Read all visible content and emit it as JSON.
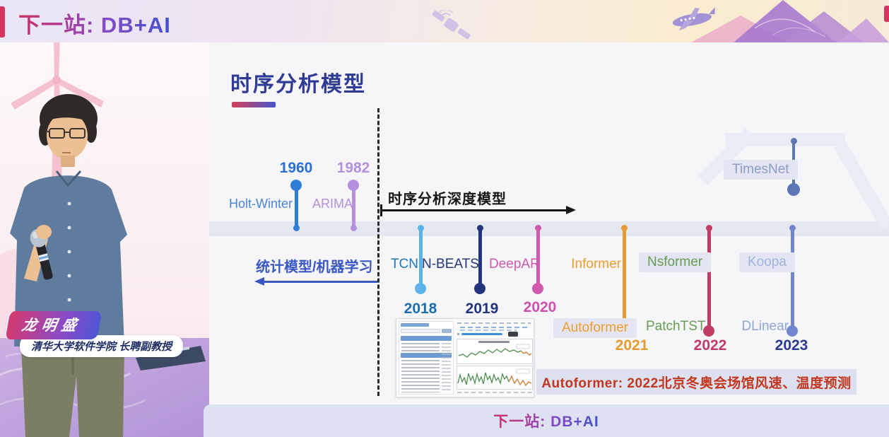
{
  "header": {
    "title": "下一站: DB+AI"
  },
  "presenter": {
    "name": "龙明盛",
    "affiliation": "清华大学软件学院 长聘副教授"
  },
  "slide": {
    "title": "时序分析模型",
    "deep_axis_label": "时序分析深度模型",
    "stat_axis_label": "统计模型/机器学习",
    "banner": "Autoformer: 2022北京冬奥会场馆风速、温度预测",
    "timeline": {
      "statistical": [
        {
          "name": "Holt-Winter",
          "year": "1960",
          "color": "#2e7ed8"
        },
        {
          "name": "ARIMA",
          "year": "1982",
          "color": "#b591dd"
        }
      ],
      "deep": [
        {
          "upper": "TCN",
          "year": "2018",
          "color": "#5cb3e8"
        },
        {
          "upper": "N-BEATS",
          "year": "2019",
          "color": "#24357f"
        },
        {
          "upper": "DeepAR",
          "year": "2020",
          "color": "#d159ae"
        },
        {
          "upper": "Informer",
          "lower": "Autoformer",
          "year": "2021",
          "color": "#e79a31"
        },
        {
          "upper": "Nsformer",
          "lower": "PatchTST",
          "year": "2022",
          "color": "#c13c63"
        },
        {
          "upper": "Koopa",
          "lower": "DLinear",
          "year": "2023",
          "color": "#7285cf"
        }
      ],
      "branch": {
        "name": "TimesNet",
        "color": "#5d76b5"
      }
    }
  },
  "footer": {
    "title": "下一站: DB+AI"
  }
}
